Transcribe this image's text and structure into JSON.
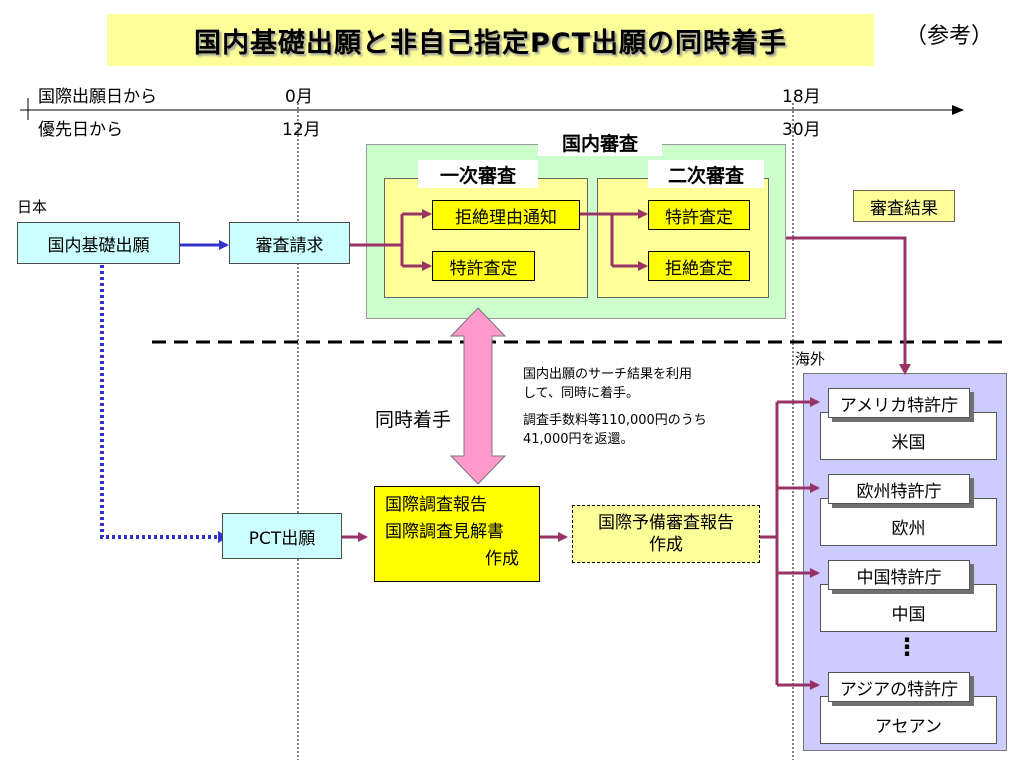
{
  "title": "国内基礎出願と非自己指定PCT出願の同時着手",
  "reference": "（参考）",
  "timeline": {
    "from_filing_label": "国際出願日から",
    "from_priority_label": "優先日から",
    "filing_0": "0月",
    "filing_18": "18月",
    "priority_12": "12月",
    "priority_30": "30月"
  },
  "japan": {
    "label": "日本",
    "domestic_filing": "国内基礎出願",
    "exam_request": "審査請求"
  },
  "domestic_exam": {
    "title": "国内審査",
    "first": {
      "title": "一次審査",
      "refusal_notice": "拒絶理由通知",
      "grant": "特許査定"
    },
    "second": {
      "title": "二次審査",
      "grant": "特許査定",
      "refusal": "拒絶査定"
    }
  },
  "exam_result": "審査結果",
  "overseas_label": "海外",
  "simultaneous": "同時着手",
  "note": {
    "line1": "国内出願のサーチ結果を利用",
    "line2": "して、同時に着手。",
    "line3": "調査手数料等110,000円のうち",
    "line4": "41,000円を返還。"
  },
  "pct": {
    "filing": "PCT出願",
    "report_line1": "国際調査報告",
    "report_line2": "国際調査見解書",
    "report_line3": "作成",
    "prelim_line1": "国際予備審査報告",
    "prelim_line2": "作成"
  },
  "offices": [
    {
      "office": "アメリカ特許庁",
      "country": "米国"
    },
    {
      "office": "欧州特許庁",
      "country": "欧州"
    },
    {
      "office": "中国特許庁",
      "country": "中国"
    },
    {
      "office": "アジアの特許庁",
      "country": "アセアン"
    }
  ],
  "ellipsis": "⋮",
  "colors": {
    "title_bg": "#ffff99",
    "arrow_maroon": "#993366",
    "arrow_blue": "#3333cc",
    "double_arrow": "#ff99cc",
    "domestic_panel": "#ccffcc",
    "overseas_panel": "#ccccff",
    "japan_box": "#ccffff",
    "highlight_box": "#ffff00"
  }
}
